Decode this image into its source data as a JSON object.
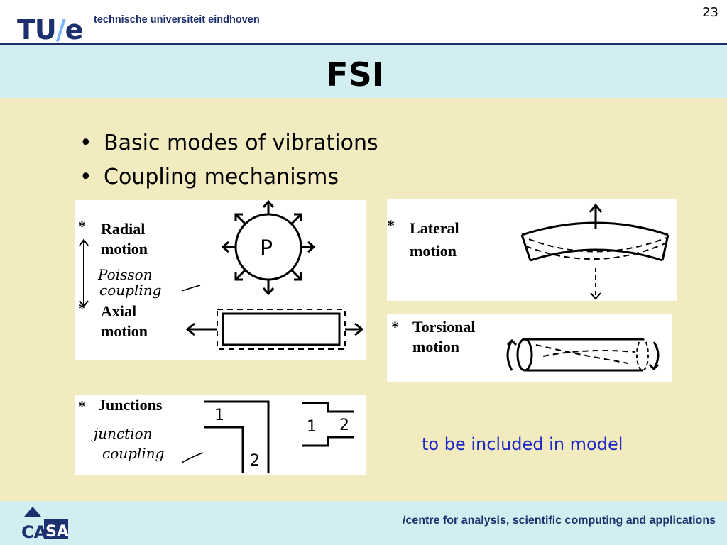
{
  "header": {
    "logo_text": "TU",
    "logo_slash": "/",
    "logo_e": "e",
    "university": "technische universiteit eindhoven",
    "page_number": "23"
  },
  "slide": {
    "title": "FSI",
    "bullets": [
      "Basic modes of vibrations",
      "Coupling mechanisms"
    ],
    "note": "to be included in model"
  },
  "figures": {
    "radial_label_1": "Radial",
    "radial_label_2": "motion",
    "poisson_1": "Poisson",
    "poisson_2": "coupling",
    "axial_label_1": "Axial",
    "axial_label_2": "motion",
    "pressure_symbol": "P",
    "lateral_label_1": "Lateral",
    "lateral_label_2": "motion",
    "torsional_label_1": "Torsional",
    "torsional_label_2": "motion",
    "junctions_label": "Junctions",
    "junction_1": "junction",
    "junction_2": "coupling",
    "pipe_1": "1",
    "pipe_2": "2",
    "pipe_3": "1",
    "pipe_4": "2",
    "asterisk": "*"
  },
  "footer": {
    "casa_1": "CA",
    "casa_2": "SA",
    "text": "/centre for analysis, scientific computing and applications"
  },
  "colors": {
    "navy": "#1c2f6e",
    "note_blue": "#1f29c4",
    "body_bg": "#f1ebbf",
    "band_bg": "#d2eef0"
  }
}
